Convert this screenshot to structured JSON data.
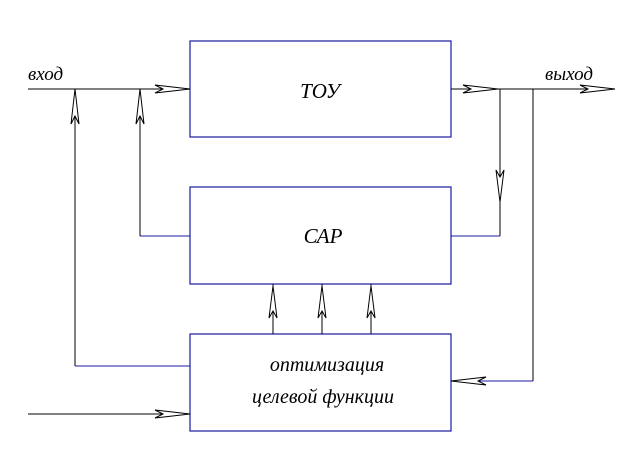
{
  "diagram": {
    "input_label": "вход",
    "output_label": "выход",
    "blocks": {
      "tou": "ТОУ",
      "sar": "САР",
      "optimization_line1": "оптимизация",
      "optimization_line2": "целевой функции"
    }
  },
  "colors": {
    "block_border": "#1a1aa0",
    "feedback_line": "#1a1aa0",
    "signal_line": "#000000",
    "text": "#000000",
    "background": "#ffffff"
  }
}
